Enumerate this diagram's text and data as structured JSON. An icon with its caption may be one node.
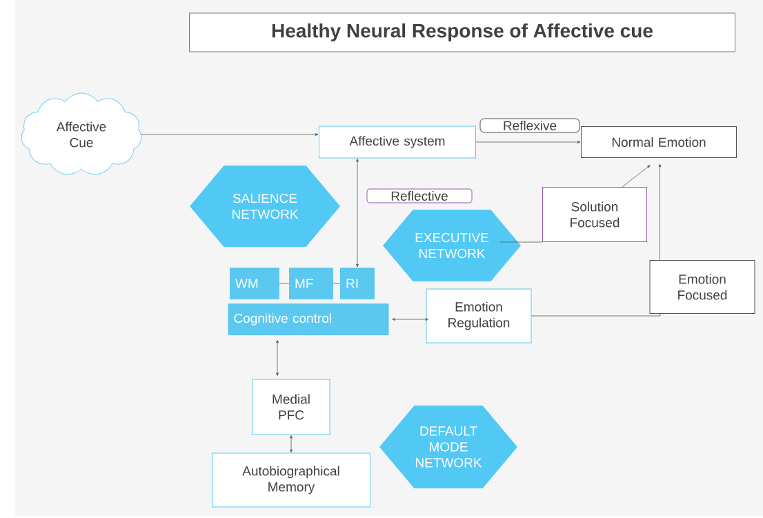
{
  "diagram": {
    "title": "Healthy Neural Response of Affective cue",
    "nodes": [
      {
        "text": [
          "Affective Cue"
        ]
      },
      {
        "text": [
          "Affective system"
        ]
      },
      {
        "text": [
          "Normal Emotion"
        ]
      },
      {
        "text": [
          "SALIENCE NETWORK"
        ]
      },
      {
        "text": [
          "WM"
        ]
      },
      {
        "text": [
          "MF"
        ]
      },
      {
        "text": [
          "RI"
        ]
      },
      {
        "text": [
          "Cognitive control"
        ]
      },
      {
        "text": [
          "EXECUTIVE NETWORK"
        ]
      },
      {
        "text": [
          "Solution Focused"
        ]
      },
      {
        "text": [
          "Emotion Regulation"
        ]
      },
      {
        "text": [
          "Emotion Focused"
        ]
      },
      {
        "text": [
          "Medial PFC"
        ]
      },
      {
        "text": [
          "DEFAULT MODE NETWORK"
        ]
      },
      {
        "text": [
          "Autobiographical Memory"
        ]
      }
    ],
    "edges": [
      {
        "from": 0,
        "to": 1,
        "arrow": "to"
      },
      {
        "from": 1,
        "to": 2,
        "arrow": "to",
        "label": "Reflexive"
      },
      {
        "from": 1,
        "to": 6,
        "arrow": "both",
        "label": "Reflective"
      },
      {
        "from": 4,
        "to": 5,
        "arrow": "none"
      },
      {
        "from": 5,
        "to": 6,
        "arrow": "none"
      },
      {
        "from": 7,
        "to": 10,
        "arrow": "both"
      },
      {
        "from": 8,
        "to": 9,
        "arrow": "none"
      },
      {
        "from": 9,
        "to": 2,
        "arrow": "to"
      },
      {
        "from": 10,
        "to": 11,
        "arrow": "none"
      },
      {
        "from": 11,
        "to": 2,
        "arrow": "to"
      },
      {
        "from": 7,
        "to": 12,
        "arrow": "both"
      },
      {
        "from": 12,
        "to": 14,
        "arrow": "both"
      }
    ]
  }
}
